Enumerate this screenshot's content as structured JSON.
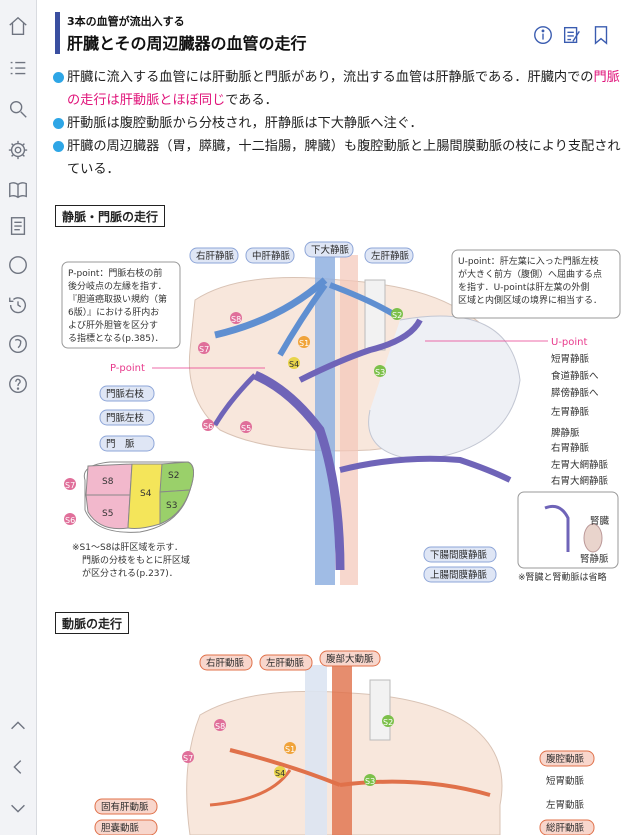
{
  "sidebar": {
    "icons": [
      "home-icon",
      "list-icon",
      "search-icon",
      "settings-icon",
      "book-icon",
      "notes-icon",
      "ob-icon",
      "history-icon",
      "evernote-icon",
      "help-icon"
    ],
    "bottom_icons": [
      "chevron-up-icon",
      "chevron-left-icon",
      "chevron-down-icon"
    ]
  },
  "header": {
    "subtitle": "3本の血管が流出入する",
    "title": "肝臓とその周辺臓器の血管の走行",
    "icons": [
      "info-icon",
      "memo-icon",
      "bookmark-icon"
    ],
    "accent": "#3a4fa0"
  },
  "bullets": [
    {
      "pre": "肝臓に流入する血管には肝動脈と門脈があり，流出する血管は肝静脈である．肝臓内での",
      "highlight": "門脈の走行は肝動脈とほぼ同じ",
      "post": "である．"
    },
    {
      "pre": "肝動脈は腹腔動脈から分枝され，肝静脈は下大静脈へ注ぐ．",
      "highlight": "",
      "post": ""
    },
    {
      "pre": "肝臓の周辺臓器（胃，膵臓，十二指腸，脾臓）も腹腔動脈と上腸間膜動脈の枝により支配されている．",
      "highlight": "",
      "post": ""
    }
  ],
  "section1": {
    "label": "静脈・門脈の走行",
    "top_labels": [
      "右肝静脈",
      "中肝静脈",
      "下大静脈",
      "左肝静脈"
    ],
    "p_point_note": [
      "P-point：門脈右枝の前",
      "後分岐点の左縁を指す．",
      "『胆道癌取扱い規約（第",
      "6版）』における肝内お",
      "よび肝外胆管を区分す",
      "る指標となる(p.385)．"
    ],
    "u_point_note": [
      "U-point：肝左葉に入った門脈左枝",
      "が大きく前方（腹側）へ屈曲する点",
      "を指す．U-pointは肝左葉の外側",
      "区域と内側区域の境界に相当する．"
    ],
    "p_point": "P-point",
    "u_point": "U-point",
    "left_labels": [
      "門脈右枝",
      "門脈左枝",
      "門　脈"
    ],
    "right_labels": [
      "短胃静脈",
      "食道静脈へ",
      "膵傍静脈へ",
      "左胃静脈",
      "脾静脈",
      "右胃静脈",
      "左胃大網静脈",
      "右胃大網静脈"
    ],
    "bottom_labels": [
      "下腸間膜静脈",
      "上腸間膜静脈"
    ],
    "segments": [
      "S8",
      "S7",
      "S6",
      "S5",
      "S4",
      "S3",
      "S2",
      "S1"
    ],
    "segment_note": [
      "※S1〜S8は肝区域を示す．",
      "門脈の分枝をもとに肝区域",
      "が区分される(p.237)．"
    ],
    "kidney_label": "腎臓",
    "renal_vein_label": "腎静脈",
    "renal_note": "※腎臓と腎動脈は省略"
  },
  "section2": {
    "label": "動脈の走行",
    "top_labels": [
      "右肝動脈",
      "左肝動脈",
      "腹部大動脈"
    ],
    "left_labels": [
      "固有肝動脈",
      "胆嚢動脈"
    ],
    "right_labels": [
      "腹腔動脈",
      "短胃動脈",
      "左胃動脈",
      "総肝動脈"
    ],
    "segments": [
      "S8",
      "S7",
      "S2",
      "S1",
      "S4",
      "S3"
    ]
  },
  "colors": {
    "bullet": "#2ea6e6",
    "highlight": "#e0147a",
    "vein_blue": "#5f8fd1",
    "portal_purple": "#6f64b8",
    "artery_orange": "#e0714a",
    "pink_label": "#e83a8c"
  }
}
